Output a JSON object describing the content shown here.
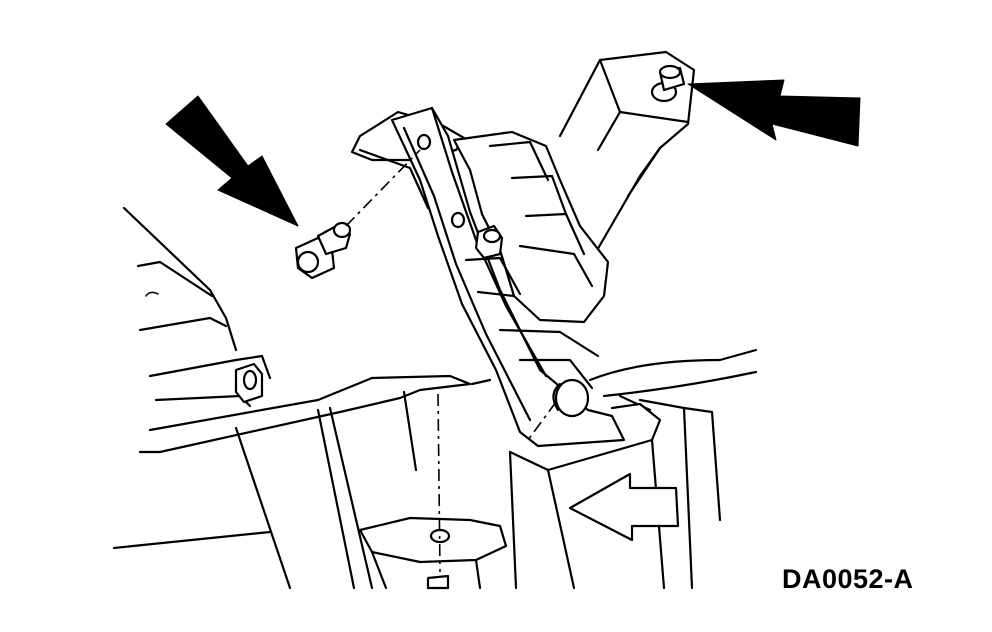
{
  "figure": {
    "code": "DA0052-A",
    "callouts": [
      {
        "name": "left-bolt-arrow",
        "style": "solid"
      },
      {
        "name": "right-bolt-arrow",
        "style": "solid"
      },
      {
        "name": "front-direction-arrow",
        "style": "outline"
      }
    ],
    "colors": {
      "ink": "#000000",
      "paper": "#ffffff"
    }
  }
}
